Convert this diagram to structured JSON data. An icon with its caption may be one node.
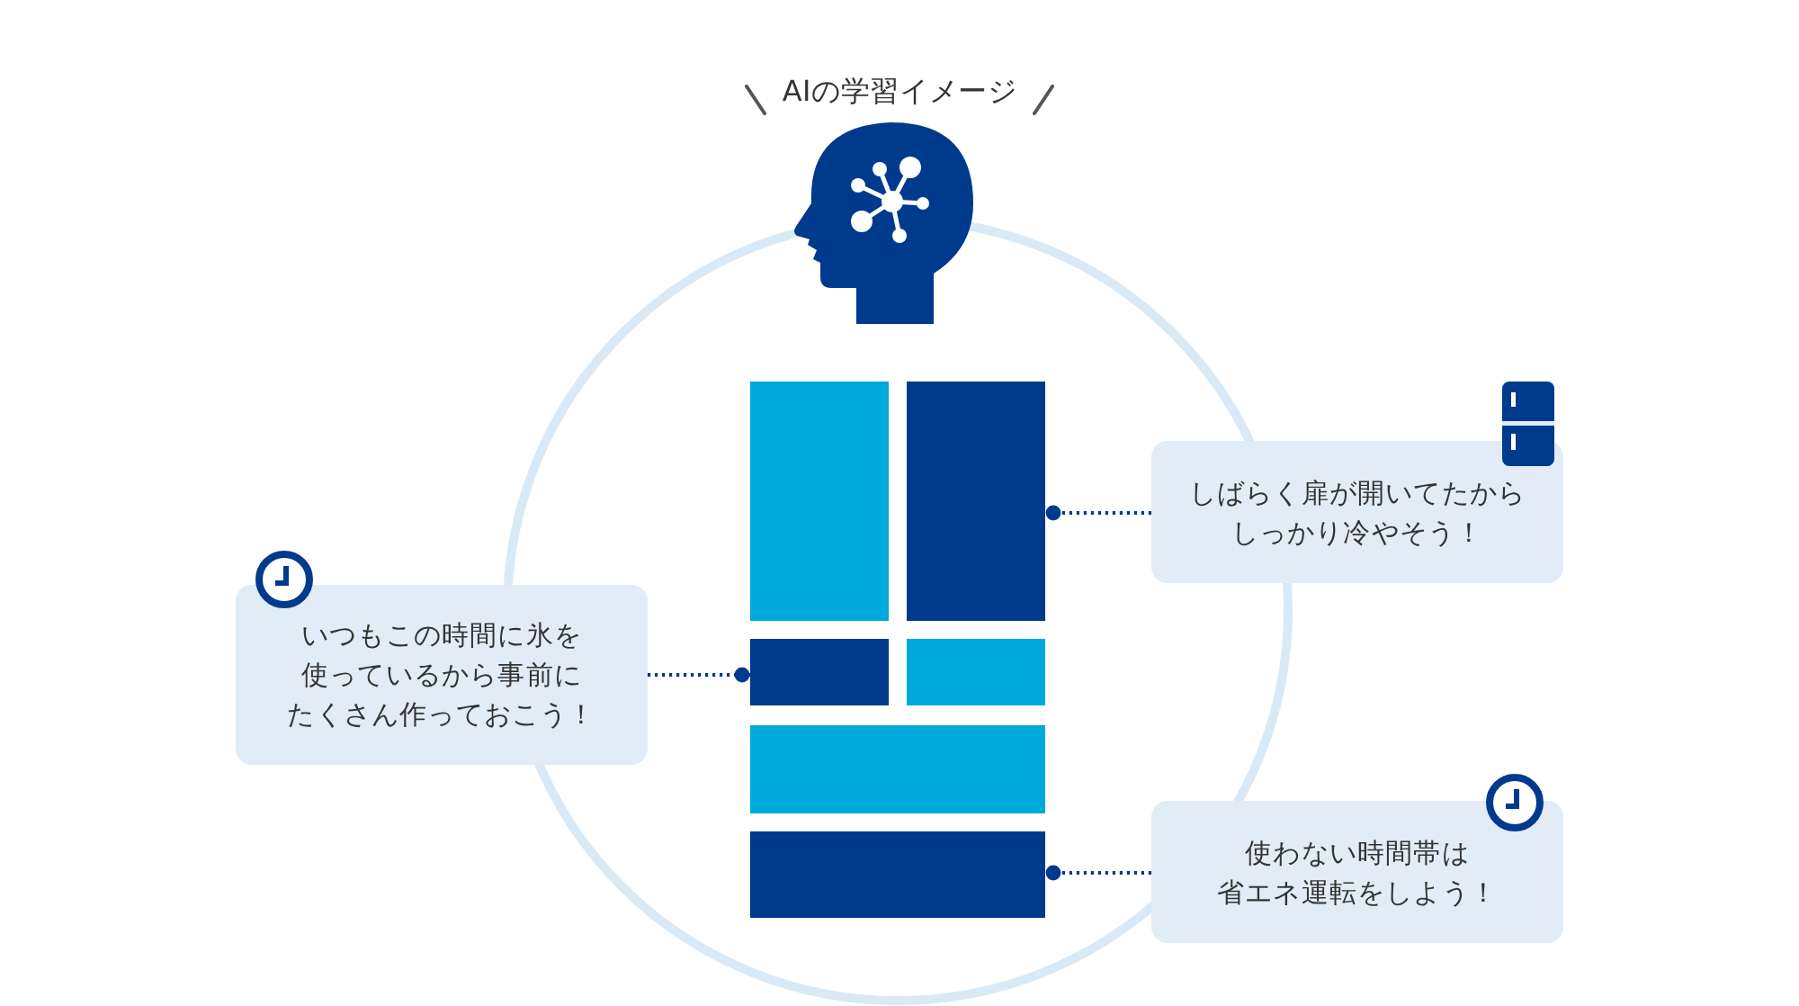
{
  "diagram": {
    "title": "AIの学習イメージ",
    "nodes": [
      {
        "text": [
          "しばらく扉が開いてたからしっかり冷やそう！"
        ]
      },
      {
        "text": [
          "いつもこの時間に氷を使っているから事前にたくさん作っておこう！"
        ]
      },
      {
        "text": [
          "使わない時間帯は省エネ運転をしよう！"
        ]
      },
      {
        "text": [],
        "shape": "box"
      },
      {
        "text": [],
        "shape": "box"
      },
      {
        "text": [],
        "shape": "box"
      },
      {
        "text": [],
        "shape": "box"
      },
      {
        "text": [],
        "shape": "box"
      },
      {
        "text": [],
        "shape": "box"
      }
    ],
    "edges": [
      {
        "from": 0,
        "to": 4,
        "arrow": "other",
        "style": "dashed"
      },
      {
        "from": 1,
        "to": 5,
        "arrow": "other",
        "style": "dashed"
      },
      {
        "from": 2,
        "to": 8,
        "arrow": "other",
        "style": "dashed"
      }
    ]
  }
}
